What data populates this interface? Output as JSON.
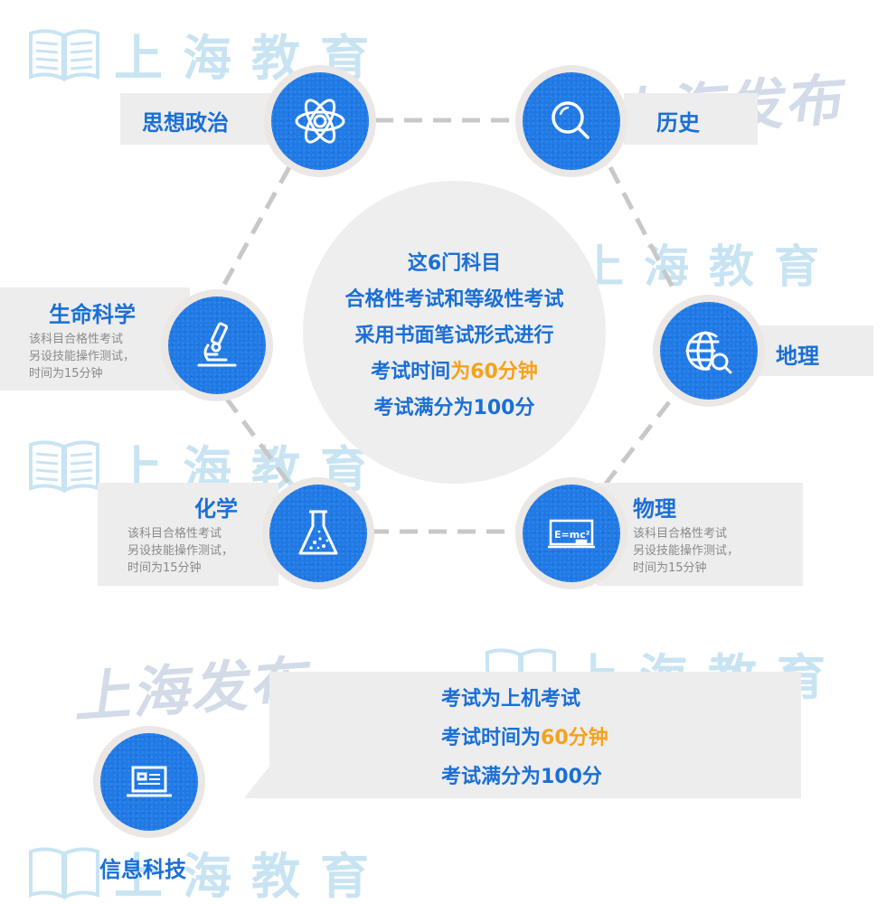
{
  "watermarks": {
    "edu_text": "上海教育",
    "pub_text": "上海发布"
  },
  "center": {
    "lines": [
      {
        "text": "这6门科目"
      },
      {
        "text": "合格性考试和等级性考试"
      },
      {
        "text": "采用书面笔试形式进行"
      },
      {
        "prefix": "考试时间",
        "highlight": "为60分钟"
      },
      {
        "text": "考试满分为100分"
      }
    ]
  },
  "subjects": [
    {
      "name": "思想政治",
      "icon": "atom-icon"
    },
    {
      "name": "历史",
      "icon": "magnifier-icon"
    },
    {
      "name": "生命科学",
      "icon": "microscope-icon",
      "note": [
        "该科目合格性考试",
        "另设技能操作测试，",
        "时间为15分钟"
      ]
    },
    {
      "name": "地理",
      "icon": "globe-search-icon"
    },
    {
      "name": "化学",
      "icon": "flask-icon",
      "note": [
        "该科目合格性考试",
        "另设技能操作测试，",
        "时间为15分钟"
      ]
    },
    {
      "name": "物理",
      "icon": "blackboard-icon",
      "note": [
        "该科目合格性考试",
        "另设技能操作测试，",
        "时间为15分钟"
      ],
      "board_text": "E=mc²"
    },
    {
      "name": "信息科技",
      "icon": "laptop-icon"
    }
  ],
  "it_info": {
    "lines": [
      {
        "text": "考试为上机考试"
      },
      {
        "prefix": "考试时间为",
        "highlight": "60分钟"
      },
      {
        "text": "考试满分为100分"
      }
    ]
  },
  "colors": {
    "primary_blue": "#1f7ae6",
    "text_blue": "#1a6fd6",
    "highlight_orange": "#f5a21b",
    "panel_gray": "#ededee",
    "dash_gray": "#c8c8c8"
  }
}
